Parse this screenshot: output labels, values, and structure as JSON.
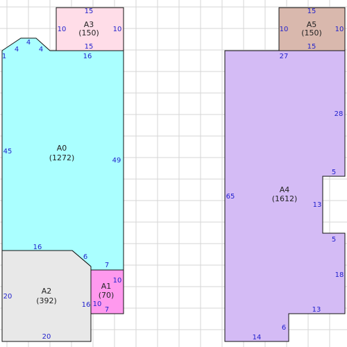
{
  "rooms": [
    {
      "name": "A0",
      "area": "(1272)",
      "fill": "#aaffff",
      "dims": {
        "left": "45",
        "right": "49",
        "top_right": "16",
        "bottom": "16",
        "step_a": "1",
        "step_b": "4",
        "step_c": "4",
        "step_d": "4",
        "diag": "6",
        "notch": "7"
      }
    },
    {
      "name": "A1",
      "area": "(70)",
      "fill": "#ff99ee",
      "dims": {
        "left": "16",
        "right": "10",
        "top": "10",
        "bottom": "7"
      }
    },
    {
      "name": "A2",
      "area": "(392)",
      "fill": "#e8e8e8",
      "dims": {
        "left": "20",
        "bottom": "20"
      }
    },
    {
      "name": "A3",
      "area": "(150)",
      "fill": "#ffdde8",
      "dims": {
        "top": "15",
        "bottom": "15",
        "left": "10",
        "right": "10"
      }
    },
    {
      "name": "A4",
      "area": "(1612)",
      "fill": "#d4bbf5",
      "dims": {
        "left": "65",
        "top": "27",
        "right_upper": "28",
        "notch_top": "5",
        "notch_side": "13",
        "notch_bottom": "5",
        "right_lower": "18",
        "inner_bottom": "13",
        "step": "6",
        "bottom": "14"
      }
    },
    {
      "name": "A5",
      "area": "(150)",
      "fill": "#d9b8ad",
      "dims": {
        "top": "15",
        "bottom": "15",
        "left": "10",
        "right": "10"
      }
    }
  ]
}
